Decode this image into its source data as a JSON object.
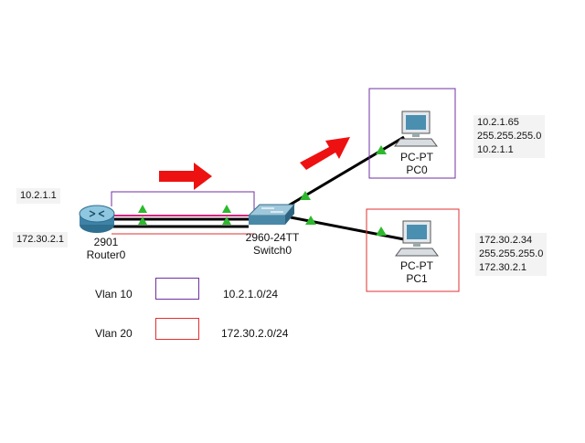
{
  "router": {
    "model": "2901",
    "name": "Router0",
    "ip_vlan10": "10.2.1.1",
    "ip_vlan20": "172.30.2.1"
  },
  "switch": {
    "model": "2960-24TT",
    "name": "Switch0"
  },
  "pc0": {
    "type": "PC-PT",
    "name": "PC0",
    "ip": "10.2.1.65",
    "mask": "255.255.255.0",
    "gateway": "10.2.1.1"
  },
  "pc1": {
    "type": "PC-PT",
    "name": "PC1",
    "ip": "172.30.2.34",
    "mask": "255.255.255.0",
    "gateway": "172.30.2.1"
  },
  "legend": [
    {
      "label": "Vlan 10",
      "network": "10.2.1.0/24",
      "color": "#7030a0"
    },
    {
      "label": "Vlan 20",
      "network": "172.30.2.0/24",
      "color": "#e03030"
    }
  ],
  "colors": {
    "link": "#000000",
    "port_up": "#2eb82e",
    "arrow": "#ee1111",
    "vlan10": "#7030a0",
    "vlan20": "#e03030"
  }
}
